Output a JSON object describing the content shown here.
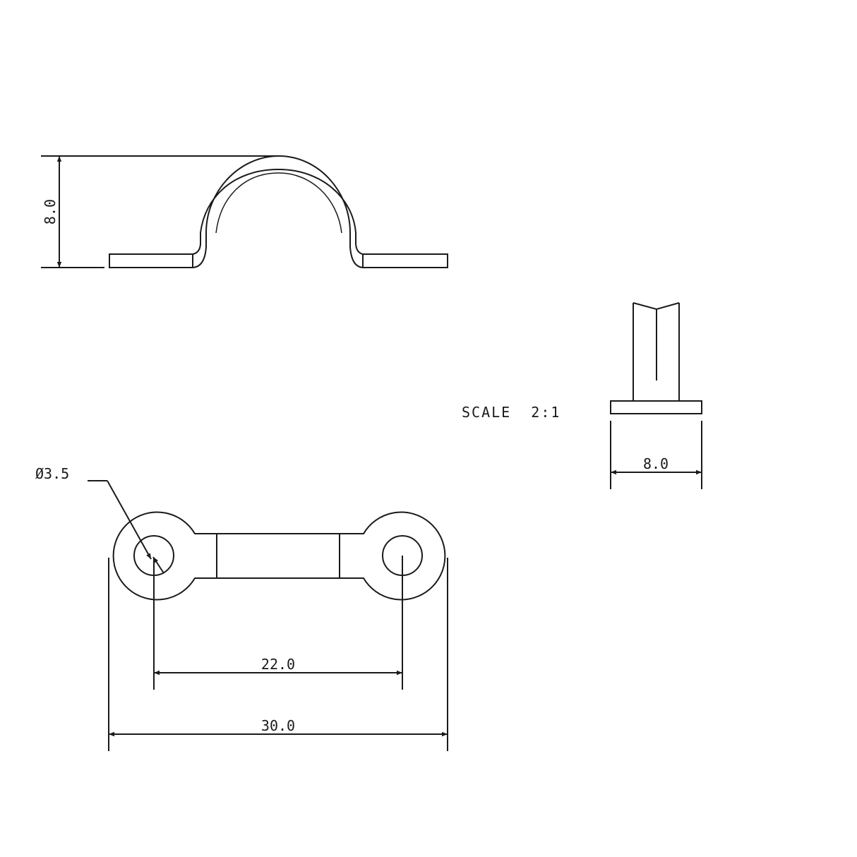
{
  "drawing": {
    "side_view": {
      "height_dim": "8.0"
    },
    "end_view": {
      "width_dim": "8.0"
    },
    "scale_label": "SCALE  2:1",
    "top_view": {
      "hole_dim": "Ø3.5",
      "hole_spacing_dim": "22.0",
      "overall_length_dim": "30.0"
    },
    "colors": {
      "line": "#1a1a1a",
      "background": "#ffffff"
    }
  }
}
